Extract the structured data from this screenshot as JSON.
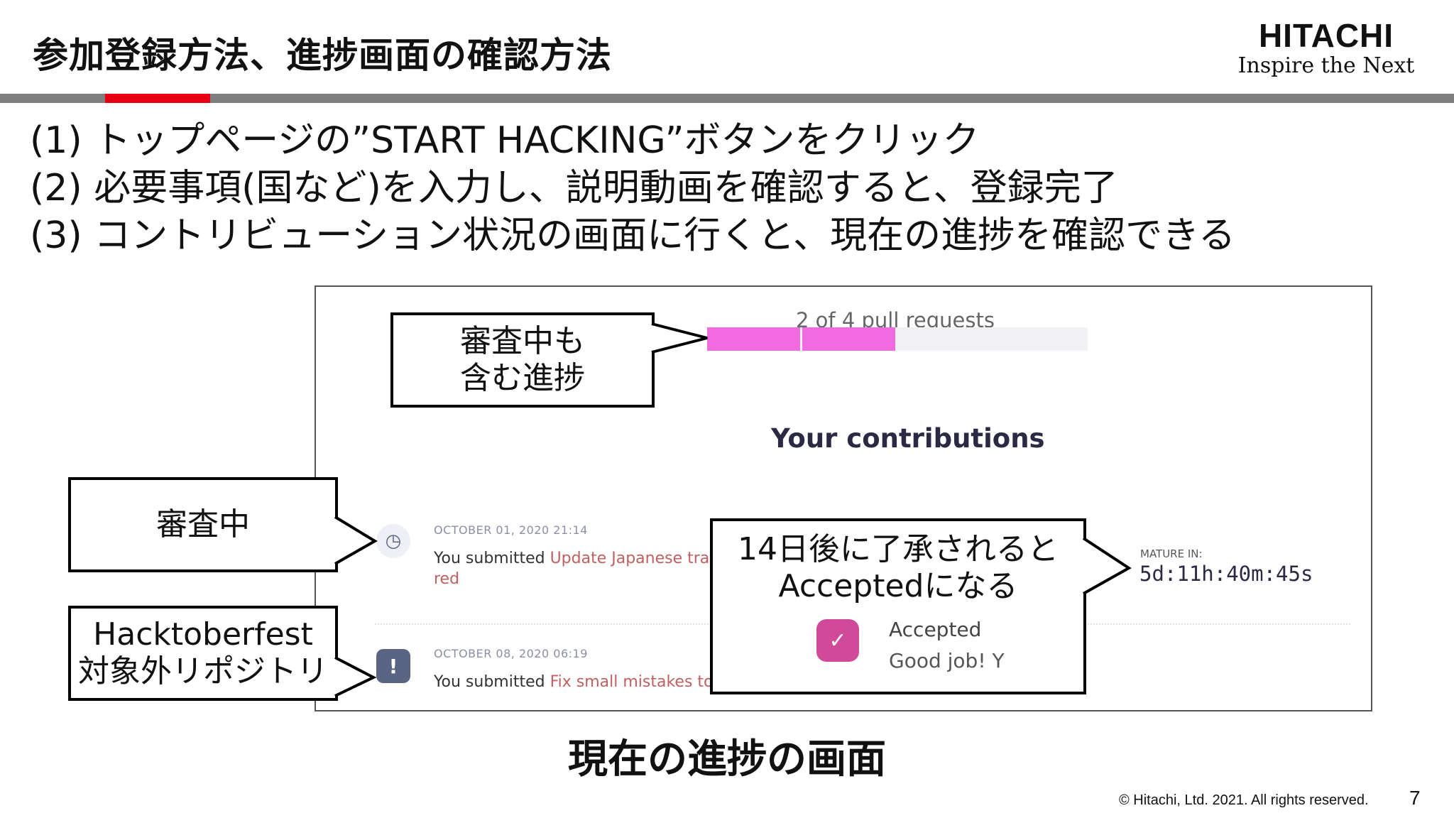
{
  "slide": {
    "title": "参加登録方法、進捗画面の確認方法",
    "steps": [
      "(1) トップページの”START HACKING”ボタンをクリック",
      "(2) 必要事項(国など)を入力し、説明動画を確認すると、登録完了",
      "(3) コントリビューション状況の画面に行くと、現在の進捗を確認できる"
    ],
    "caption": "現在の進捗の画面",
    "copyright": "© Hitachi, Ltd. 2021. All rights reserved.",
    "page_number": "7"
  },
  "logo": {
    "name": "HITACHI",
    "tagline": "Inspire the Next"
  },
  "screenshot": {
    "progress_label": "2 of 4 pull requests",
    "progress_completed": 2,
    "progress_total": 4,
    "contributions_title": "Your contributions",
    "events": [
      {
        "date": "OCTOBER 01, 2020 21:14",
        "prefix": "You submitted ",
        "link": "Update Japanese tra",
        "text_line2": "red",
        "icon": "clock-icon"
      },
      {
        "date": "OCTOBER 08, 2020 06:19",
        "prefix": "You submitted ",
        "link": "Fix small mistakes to",
        "icon": "alert-icon"
      }
    ],
    "mature_label": "MATURE IN:",
    "mature_value": "5d:11h:40m:45s",
    "accepted_label": "Accepted",
    "accepted_note": "Good job! Y"
  },
  "callouts": {
    "progress": [
      "審査中も",
      "含む進捗"
    ],
    "reviewing": [
      "審査中"
    ],
    "excluded": [
      "Hacktoberfest",
      "対象外リポジトリ"
    ],
    "accepted": [
      "14日後に了承されると",
      "Acceptedになる"
    ]
  },
  "colors": {
    "accent_red": "#e60012",
    "rule_gray": "#7f7f7f",
    "progress_pink": "#f06be0",
    "accepted_pink": "#d14a9a"
  }
}
